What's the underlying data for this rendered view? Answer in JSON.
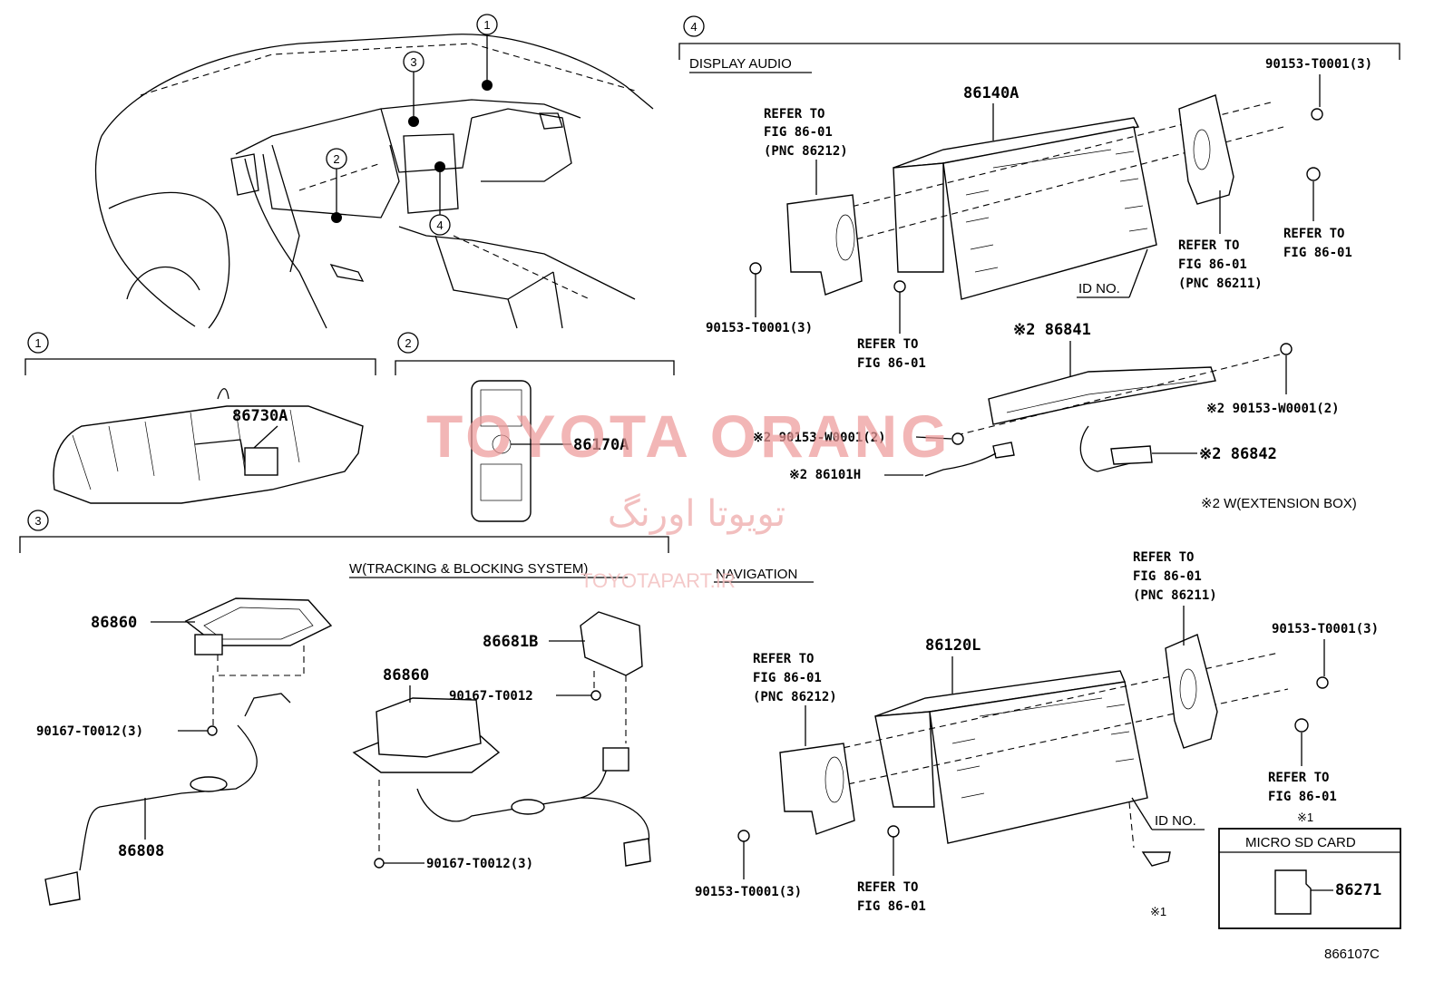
{
  "section_markers": [
    "1",
    "2",
    "3",
    "4"
  ],
  "headers": {
    "display_audio": "DISPLAY AUDIO",
    "navigation": "NAVIGATION",
    "tracking": "W(TRACKING & BLOCKING SYSTEM)",
    "extension_box": "※2 W(EXTENSION BOX)",
    "micro_sd": "MICRO SD CARD"
  },
  "labels": {
    "p86140A": "86140A",
    "refer_86212_a": [
      "REFER TO",
      "FIG 86-01",
      "(PNC 86212)"
    ],
    "refer_86211_a": [
      "REFER TO",
      "FIG 86-01",
      "(PNC 86211)"
    ],
    "refer_top_right": [
      "REFER TO",
      "FIG 86-01"
    ],
    "refer_bottom_a": [
      "REFER TO",
      "FIG 86-01"
    ],
    "bolt_t0001_top": "90153-T0001(3)",
    "bolt_t0001_left_a": "90153-T0001(3)",
    "id_no_a": "ID NO.",
    "p86841": "※2 86841",
    "bolt_w0001_right": "※2 90153-W0001(2)",
    "bolt_w0001_left": "※2 90153-W0001(2)",
    "p86842": "※2 86842",
    "p86101H": "※2 86101H",
    "p86730A": "86730A",
    "p86170A": "86170A",
    "p86860_a": "86860",
    "p86860_b": "86860",
    "p86681B": "86681B",
    "bolt_t0012_single": "90167-T0012",
    "bolt_t0012_left": "90167-T0012(3)",
    "bolt_t0012_bottom": "90167-T0012(3)",
    "p86808": "86808",
    "p86120L": "86120L",
    "refer_86212_n": [
      "REFER TO",
      "FIG 86-01",
      "(PNC 86212)"
    ],
    "refer_86211_n": [
      "REFER TO",
      "FIG 86-01",
      "(PNC 86211)"
    ],
    "bolt_t0001_right_n": "90153-T0001(3)",
    "refer_right_n": [
      "REFER TO",
      "FIG 86-01"
    ],
    "note_1": "※1",
    "id_no_n": "ID NO.",
    "bolt_t0001_left_n": "90153-T0001(3)",
    "refer_bottom_n": [
      "REFER TO",
      "FIG 86-01"
    ],
    "note_1_bottom": "※1",
    "p86271": "86271",
    "diagram_code": "866107C"
  },
  "watermark": {
    "brand": "TOYOTA ORANG",
    "brand_fa": "تویوتا اورنگ",
    "url": "TOYOTAPART.IR"
  }
}
